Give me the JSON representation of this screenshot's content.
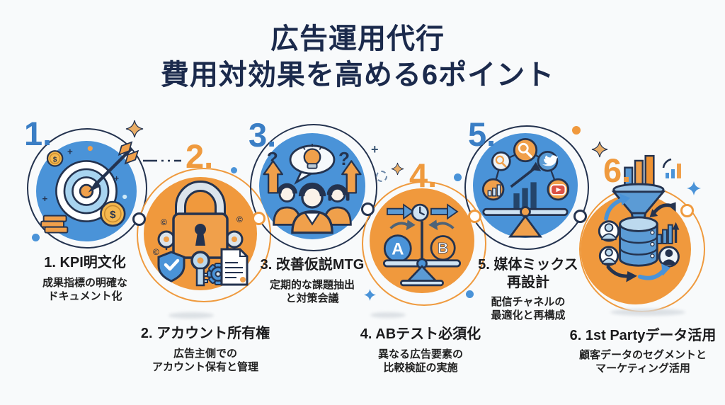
{
  "title": {
    "text": "広告運用代行\n費用対効果を高める6ポイント"
  },
  "points": [
    {
      "number": "1.",
      "heading": "1. KPI明文化",
      "sub": "成果指標の明確な\nドキュメント化",
      "theme": "blue",
      "icon": "target-arrow-coins-icon"
    },
    {
      "number": "2.",
      "heading": "2. アカウント所有権",
      "sub": "広告主側での\nアカウント保有と管理",
      "theme": "orange",
      "icon": "padlock-keys-security-icon"
    },
    {
      "number": "3.",
      "heading": "3. 改善仮説MTG",
      "sub": "定期的な課題抽出\nと対策会議",
      "theme": "blue",
      "icon": "team-discussion-idea-icon"
    },
    {
      "number": "4.",
      "heading": "4. ABテスト必須化",
      "sub": "異なる広告要素の\n比較検証の実施",
      "theme": "orange",
      "icon": "ab-test-balance-icon"
    },
    {
      "number": "5.",
      "heading": "5. 媒体ミックス\n再設計",
      "sub": "配信チャネルの\n最適化と再構成",
      "theme": "blue",
      "icon": "media-mix-balance-icon"
    },
    {
      "number": "6.",
      "heading": "6. 1st Partyデータ活用",
      "sub": "顧客データのセグメントと\nマーケティング活用",
      "theme": "orange",
      "icon": "data-funnel-database-icon"
    }
  ],
  "icon_glyphs": {
    "currency": "$",
    "question": "?",
    "copyright": "©",
    "plus": "+",
    "variant_a": "A",
    "variant_b": "B"
  },
  "colors": {
    "blue": "#4a93d8",
    "orange": "#f0993d",
    "navy": "#24334f",
    "title_navy": "#1b2a4c",
    "text": "#222222",
    "background": "#f8fafb"
  }
}
